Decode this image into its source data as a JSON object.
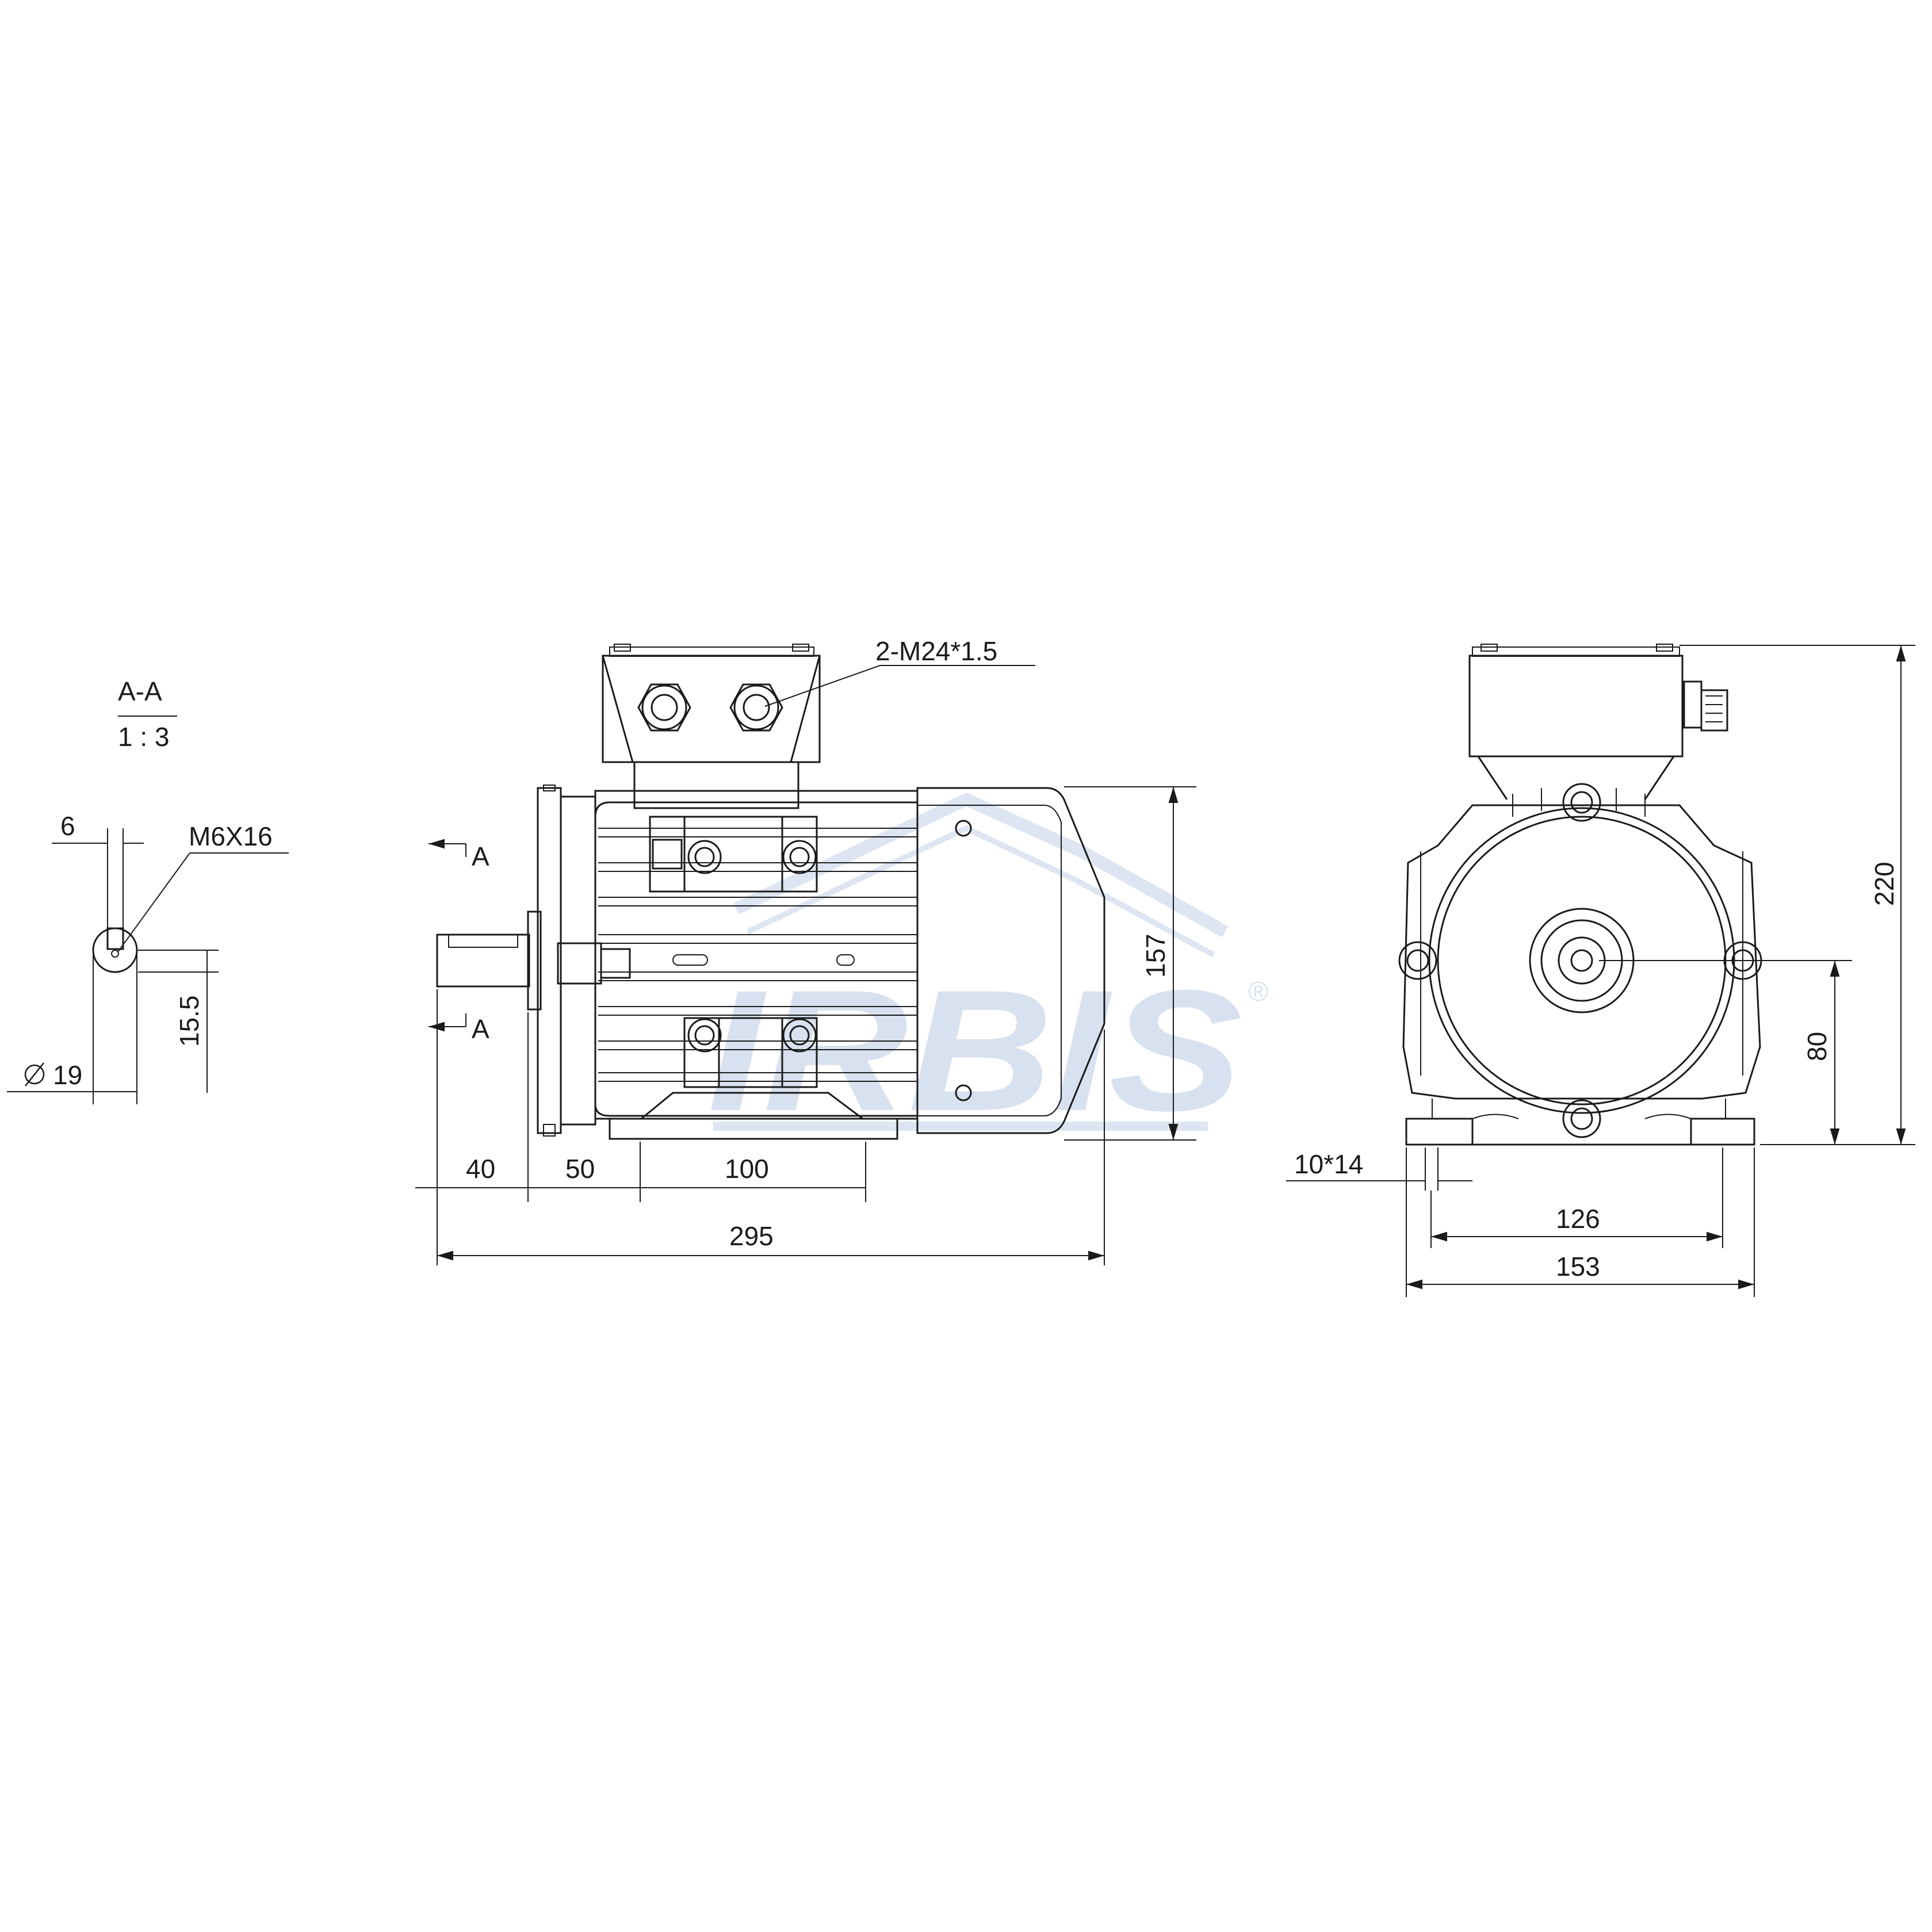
{
  "section": {
    "title": "A-A",
    "scale": "1 : 3",
    "key_width": "6",
    "thread": "M6X16",
    "shaft_diameter": "19",
    "key_depth": "15.5"
  },
  "side_view": {
    "cable_glands": "2-M24*1.5",
    "section_mark_top": "A",
    "section_mark_bottom": "A",
    "dim_shaft_length": "40",
    "dim_flange_to_foot": "50",
    "dim_foot_spacing": "100",
    "dim_total_length": "295",
    "dim_body_height": "157"
  },
  "front_view": {
    "dim_total_height": "220",
    "dim_shaft_height": "80",
    "dim_foot_slot": "10*14",
    "dim_foot_holes": "126",
    "dim_foot_width": "153"
  },
  "watermark": {
    "text": "IRBIS",
    "mark": "®"
  }
}
